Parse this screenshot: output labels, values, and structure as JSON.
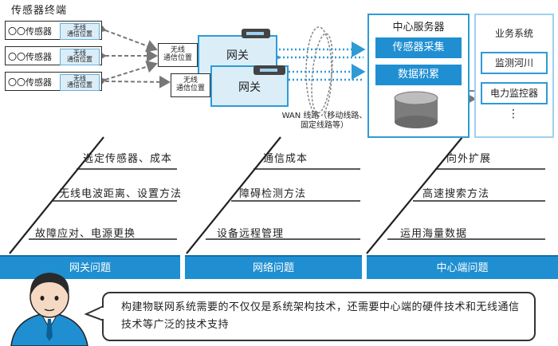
{
  "terminal": {
    "title": "传感器终端"
  },
  "sensors": [
    {
      "label": "〇〇传感器",
      "wireless": "无线\n通信位置"
    },
    {
      "label": "〇〇传感器",
      "wireless": "无线\n通信位置"
    },
    {
      "label": "〇〇传感器",
      "wireless": "无线\n通信位置"
    }
  ],
  "gateways": [
    {
      "wireless": "无线\n通信位置",
      "label": "网关"
    },
    {
      "wireless": "无线\n通信位置",
      "label": "网关"
    }
  ],
  "wan": {
    "label": "WAN 线路（移动线路、固定线路等）"
  },
  "server": {
    "title": "中心服务器",
    "items": [
      "传感器采集",
      "数据积累"
    ]
  },
  "business": {
    "title": "业务系统",
    "items": [
      "监测河川",
      "电力监控器"
    ],
    "more": "⋮"
  },
  "fishbone": {
    "gateway": {
      "band": "网关问题",
      "causes": [
        "选定传感器、成本",
        "无线电波距离、设置方法",
        "故障应对、电源更换"
      ]
    },
    "network": {
      "band": "网络问题",
      "causes": [
        "通信成本",
        "障碍检测方法",
        "设备远程管理"
      ]
    },
    "center": {
      "band": "中心端问题",
      "causes": [
        "向外扩展",
        "高速搜索方法",
        "运用海量数据"
      ]
    }
  },
  "speech": {
    "text": "构建物联网系统需要的不仅仅是系统架构技术，还需要中心端的硬件技术和无线通信技术等广泛的技术支持"
  },
  "colors": {
    "accent": "#1f8fd2",
    "light": "#dbeef8"
  }
}
